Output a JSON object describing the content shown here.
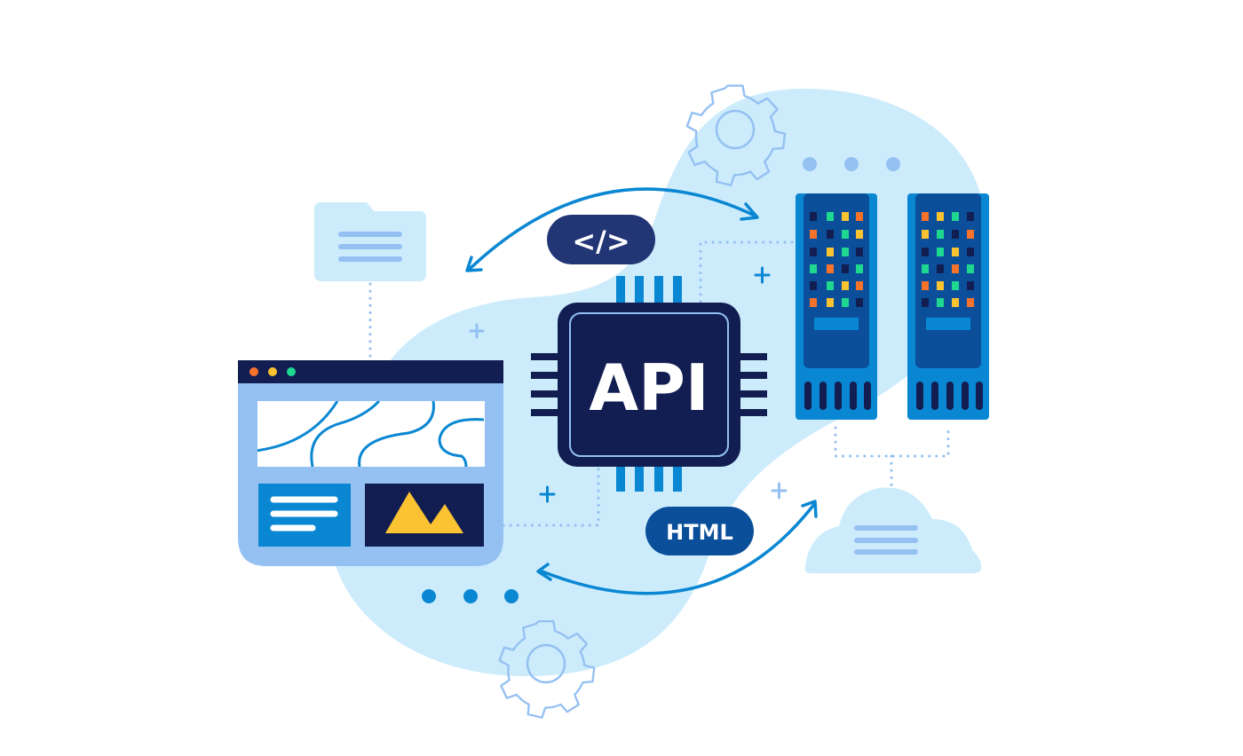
{
  "diagram": {
    "title": "API integration illustration",
    "center": {
      "label": "API",
      "kind": "chip"
    },
    "badges": [
      {
        "id": "code",
        "label": "</>"
      },
      {
        "id": "html",
        "label": "HTML"
      }
    ],
    "nodes": [
      {
        "id": "browser-window",
        "kind": "web browser with map and image panels"
      },
      {
        "id": "folder",
        "kind": "document folder"
      },
      {
        "id": "server-1",
        "kind": "server rack"
      },
      {
        "id": "server-2",
        "kind": "server rack"
      },
      {
        "id": "cloud",
        "kind": "cloud storage"
      },
      {
        "id": "gear-top",
        "kind": "gear"
      },
      {
        "id": "gear-bottom",
        "kind": "gear"
      }
    ],
    "edges": [
      {
        "from": "browser-window",
        "to": "server-1",
        "style": "curved arrow",
        "label": "</>"
      },
      {
        "from": "server-1",
        "to": "browser-window",
        "style": "curved arrow"
      },
      {
        "from": "browser-window",
        "to": "cloud",
        "style": "curved arrow",
        "label": "HTML"
      },
      {
        "from": "cloud",
        "to": "browser-window",
        "style": "curved arrow"
      },
      {
        "from": "folder",
        "to": "browser-window",
        "style": "dotted"
      },
      {
        "from": "browser-window",
        "to": "api",
        "style": "dotted"
      },
      {
        "from": "api",
        "to": "server-1",
        "style": "dotted"
      },
      {
        "from": "server-1",
        "to": "cloud",
        "style": "dotted"
      },
      {
        "from": "server-2",
        "to": "cloud",
        "style": "dotted"
      }
    ],
    "colors": {
      "navy": "#121e52",
      "blue": "#0a87d2",
      "dark_blue": "#0b4f9a",
      "light_blue": "#94c0f2",
      "pale_blue": "#ccecfc",
      "orange": "#f7722a",
      "yellow": "#fbc232",
      "green": "#1fd88f"
    }
  }
}
